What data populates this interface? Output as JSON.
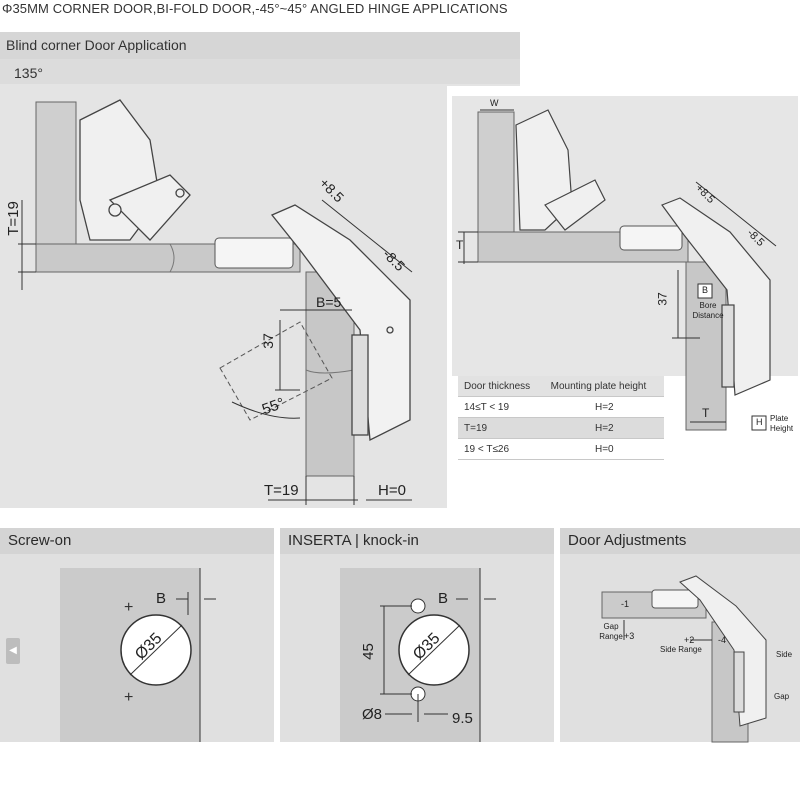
{
  "title": "Φ35MM CORNER DOOR,BI-FOLD DOOR,-45°~45° ANGLED HINGE APPLICATIONS",
  "blind": {
    "header": "Blind corner Door Application",
    "angle": "135°",
    "lbl_t19_side": "T=19",
    "lbl_b5": "B=5",
    "lbl_37": "37",
    "lbl_55": "55°",
    "lbl_plus85": "+8.5",
    "lbl_minus85": "-8.5",
    "lbl_t19_bottom": "T=19",
    "lbl_h0": "H=0"
  },
  "detail": {
    "lbl_w": "W",
    "lbl_t": "T",
    "lbl_37": "37",
    "lbl_b": "B",
    "bore_label": "Bore Distance",
    "lbl_plus85": "+8.5",
    "lbl_minus85": "-8.5",
    "lbl_t_bottom": "T",
    "lbl_h": "H",
    "plate_label": "Plate Height",
    "table": {
      "headers": [
        "Door thickness",
        "Mounting plate height"
      ],
      "rows": [
        [
          "14≤T < 19",
          "H=2"
        ],
        [
          "T=19",
          "H=2"
        ],
        [
          "19 < T≤26",
          "H=0"
        ]
      ]
    }
  },
  "screw": {
    "header": "Screw-on",
    "lbl_b": "B",
    "lbl_d": "Ø35"
  },
  "inserta": {
    "header": "INSERTA | knock-in",
    "lbl_b": "B",
    "lbl_d": "Ø35",
    "lbl_45": "45",
    "lbl_d8": "Ø8",
    "lbl_95": "9.5"
  },
  "adjust": {
    "header": "Door Adjustments",
    "lbl_m1": "-1",
    "gap_range": "Gap Range",
    "lbl_p3": "+3",
    "lbl_p2": "+2",
    "lbl_m4": "-4",
    "side_range": "Side Range",
    "side": "Side",
    "gap": "Gap"
  }
}
